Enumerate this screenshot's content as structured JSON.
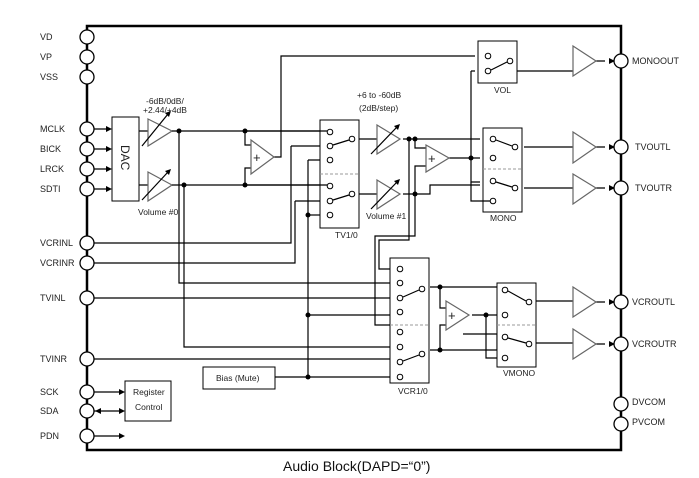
{
  "caption": "Audio Block(DAPD=“0”)",
  "left_pins": [
    "VD",
    "VP",
    "VSS",
    "MCLK",
    "BICK",
    "LRCK",
    "SDTI",
    "VCRINL",
    "VCRINR",
    "TVINL",
    "TVINR",
    "SCK",
    "SDA",
    "PDN"
  ],
  "right_pins": [
    "MONOOUT",
    "TVOUTL",
    "TVOUTR",
    "VCROUTL",
    "VCROUTR",
    "DVCOM",
    "PVCOM"
  ],
  "blocks": {
    "dac": "DAC",
    "register_control_line1": "Register",
    "register_control_line2": "Control",
    "bias_mute": "Bias (Mute)",
    "tv_switch": "TV1/0",
    "vcr_switch": "VCR1/0",
    "vol_switch": "VOL",
    "mono_switch": "MONO",
    "vmono_switch": "VMONO"
  },
  "annotations": {
    "dac_gain_line1": "-6dB/0dB/",
    "dac_gain_line2": "+2.44/+4dB",
    "volume0": "Volume #0",
    "tv_gain_line1": "+6 to -60dB",
    "tv_gain_line2": "(2dB/step)",
    "volume1": "Volume #1",
    "summer_symbol": "+"
  }
}
